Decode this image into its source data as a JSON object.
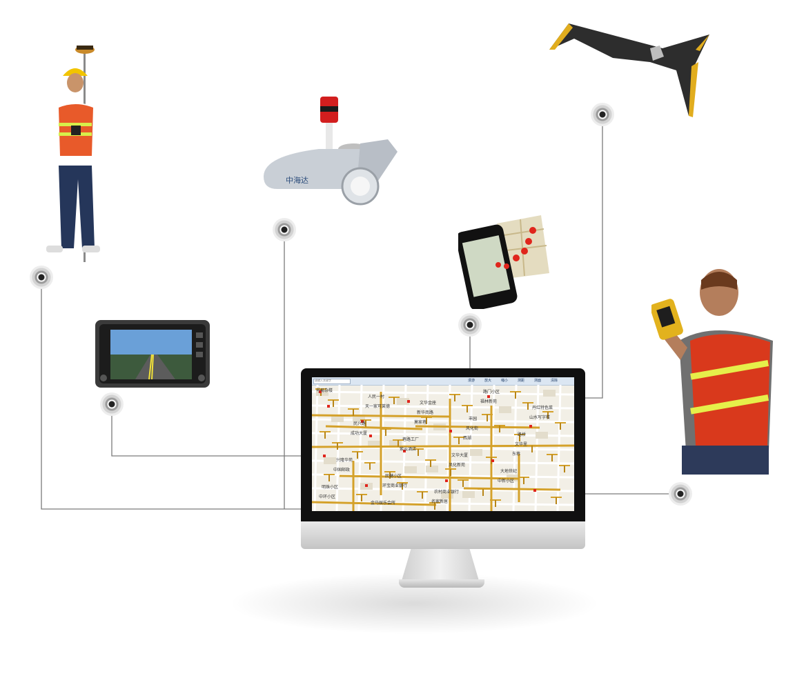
{
  "devices": [
    {
      "id": "rtk-surveyor",
      "icon": "surveyor-gps-pole-icon"
    },
    {
      "id": "mobile-mapping-system",
      "icon": "lidar-scanner-icon"
    },
    {
      "id": "fixed-wing-drone",
      "icon": "drone-icon"
    },
    {
      "id": "smartphone-map",
      "icon": "smartphone-map-icon"
    },
    {
      "id": "car-navigation-unit",
      "icon": "car-navigation-icon"
    },
    {
      "id": "handheld-gis-collector",
      "icon": "handheld-gps-icon"
    }
  ],
  "scanner_brand": "中海达",
  "map_screen": {
    "search_placeholder": "请输入关键字",
    "toolbar": [
      "漫游",
      "放大",
      "缩小",
      "测距",
      "测面",
      "清除"
    ],
    "labels": [
      "号易杂楼",
      "天一家可莱德",
      "莫家巷",
      "西湖",
      "东巷",
      "中国邮政",
      "环宝商业银行",
      "名家新居",
      "福林新苑",
      "山水写字楼",
      "成功大厦",
      "紫云酒店",
      "凤化新苑",
      "中新小区",
      "中环小区",
      "人民一村",
      "新华南路",
      "风化街",
      "文华里",
      "兴隆华苑",
      "民健小区",
      "农村商业银行",
      "路门小区",
      "丹红特色菜",
      "民兴路",
      "巷路工厂",
      "文华大厦",
      "大地世纪",
      "明珠小区",
      "金马娱乐会所",
      "文华金座",
      "丰园",
      "路桥"
    ]
  },
  "colors": {
    "pipe": "#d4a12a",
    "pipe_dark": "#b88516",
    "marker_red": "#e0251c",
    "wire": "#7a7a7a",
    "bezel": "#101010"
  }
}
